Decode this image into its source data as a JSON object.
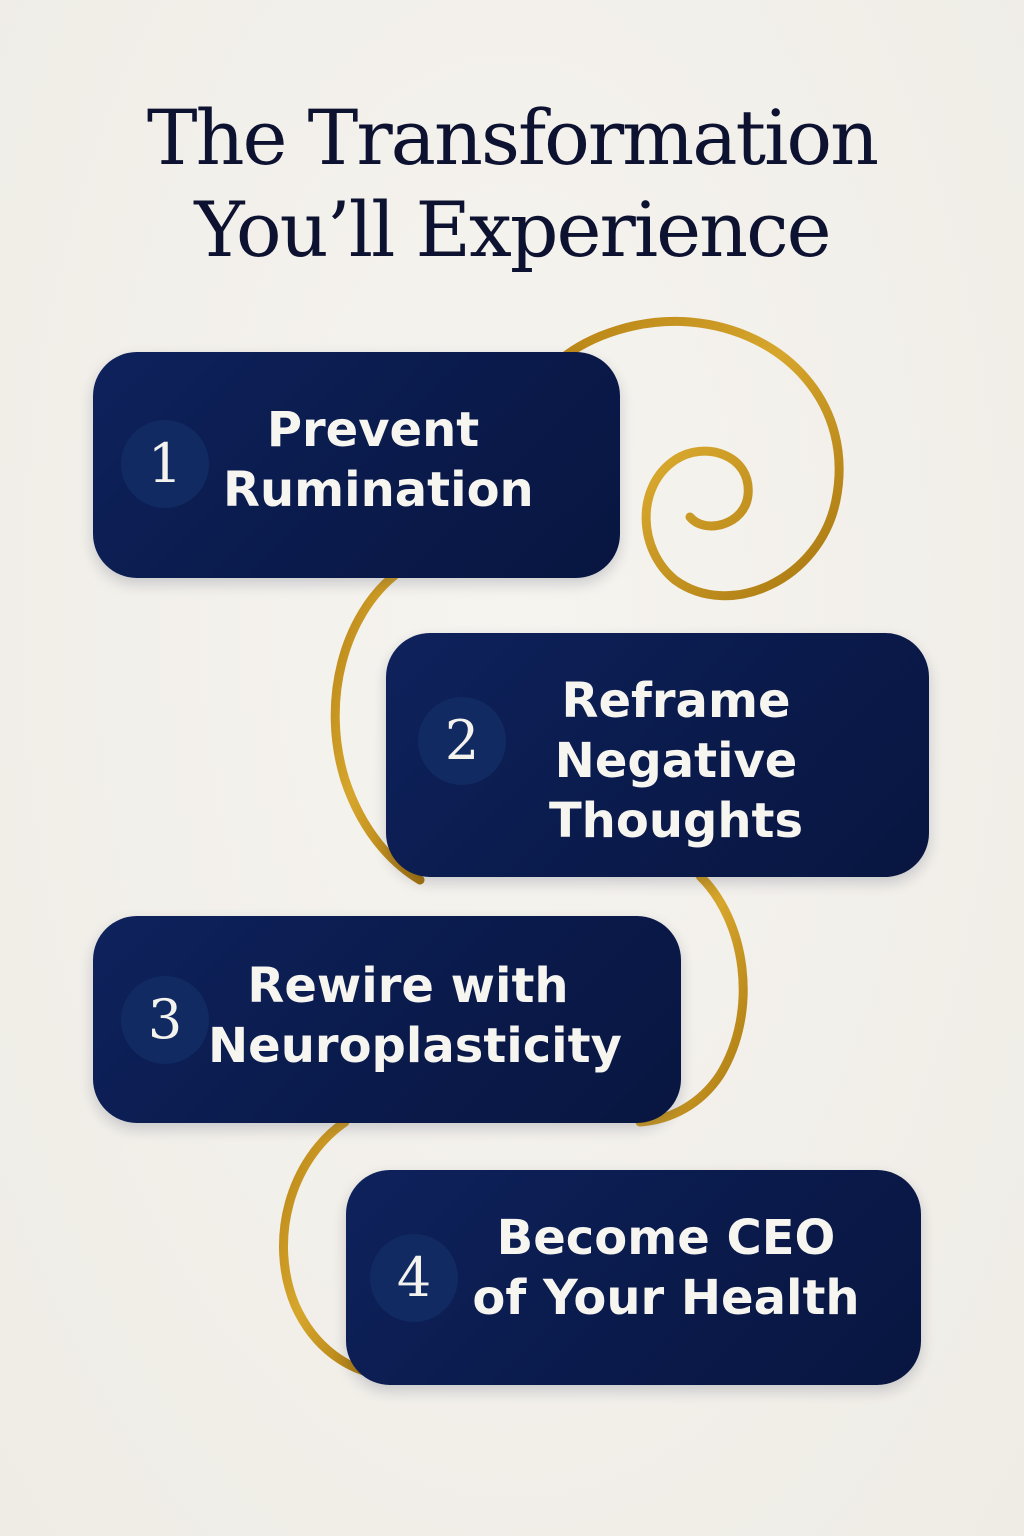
{
  "header": {
    "title_line_1": "The Transformation",
    "title_line_2": "You’ll Experience"
  },
  "steps": [
    {
      "number": "1",
      "label": "Prevent\nRumination"
    },
    {
      "number": "2",
      "label": "Reframe\nNegative\nThoughts"
    },
    {
      "number": "3",
      "label": "Rewire with\nNeuroplasticity"
    },
    {
      "number": "4",
      "label": "Become CEO\nof Your Health"
    }
  ],
  "colors": {
    "background": "#f2f0eb",
    "card": "#0b1c50",
    "badge": "#112a62",
    "gold_swirl": "#c8961e",
    "title_text": "#0d1230"
  }
}
